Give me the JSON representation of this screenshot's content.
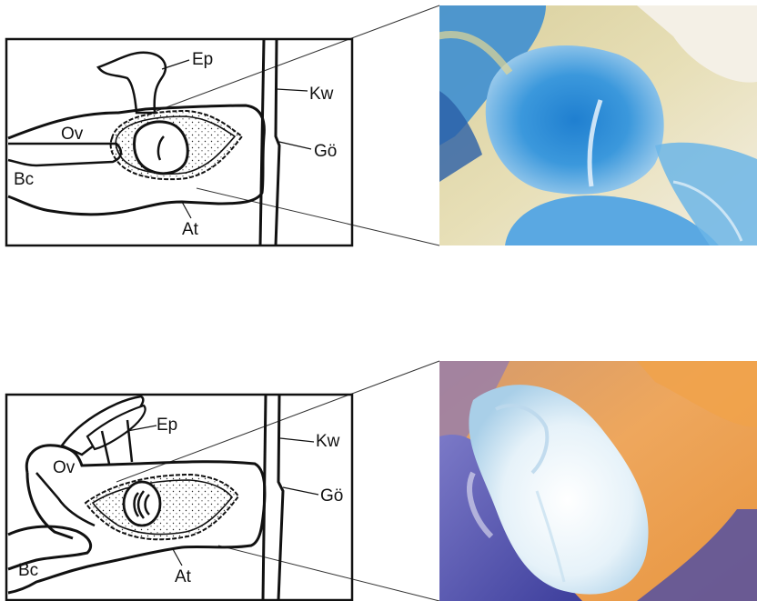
{
  "panels": [
    {
      "id": "top",
      "labels": {
        "ep": "Ep",
        "kw": "Kw",
        "ov": "Ov",
        "go": "Gö",
        "bc": "Bc",
        "at": "At"
      },
      "photo": {
        "dominant_colors": [
          "#2f8fd2",
          "#6fb8e6",
          "#d7cf9a",
          "#f2eee2",
          "#1f5aa0"
        ]
      }
    },
    {
      "id": "bottom",
      "labels": {
        "ep": "Ep",
        "kw": "Kw",
        "ov": "Ov",
        "go": "Gö",
        "bc": "Bc",
        "at": "At"
      },
      "photo": {
        "dominant_colors": [
          "#e9a35c",
          "#cfe6f4",
          "#6a5fb8",
          "#f4f6f6",
          "#3d3f9a"
        ]
      }
    }
  ]
}
